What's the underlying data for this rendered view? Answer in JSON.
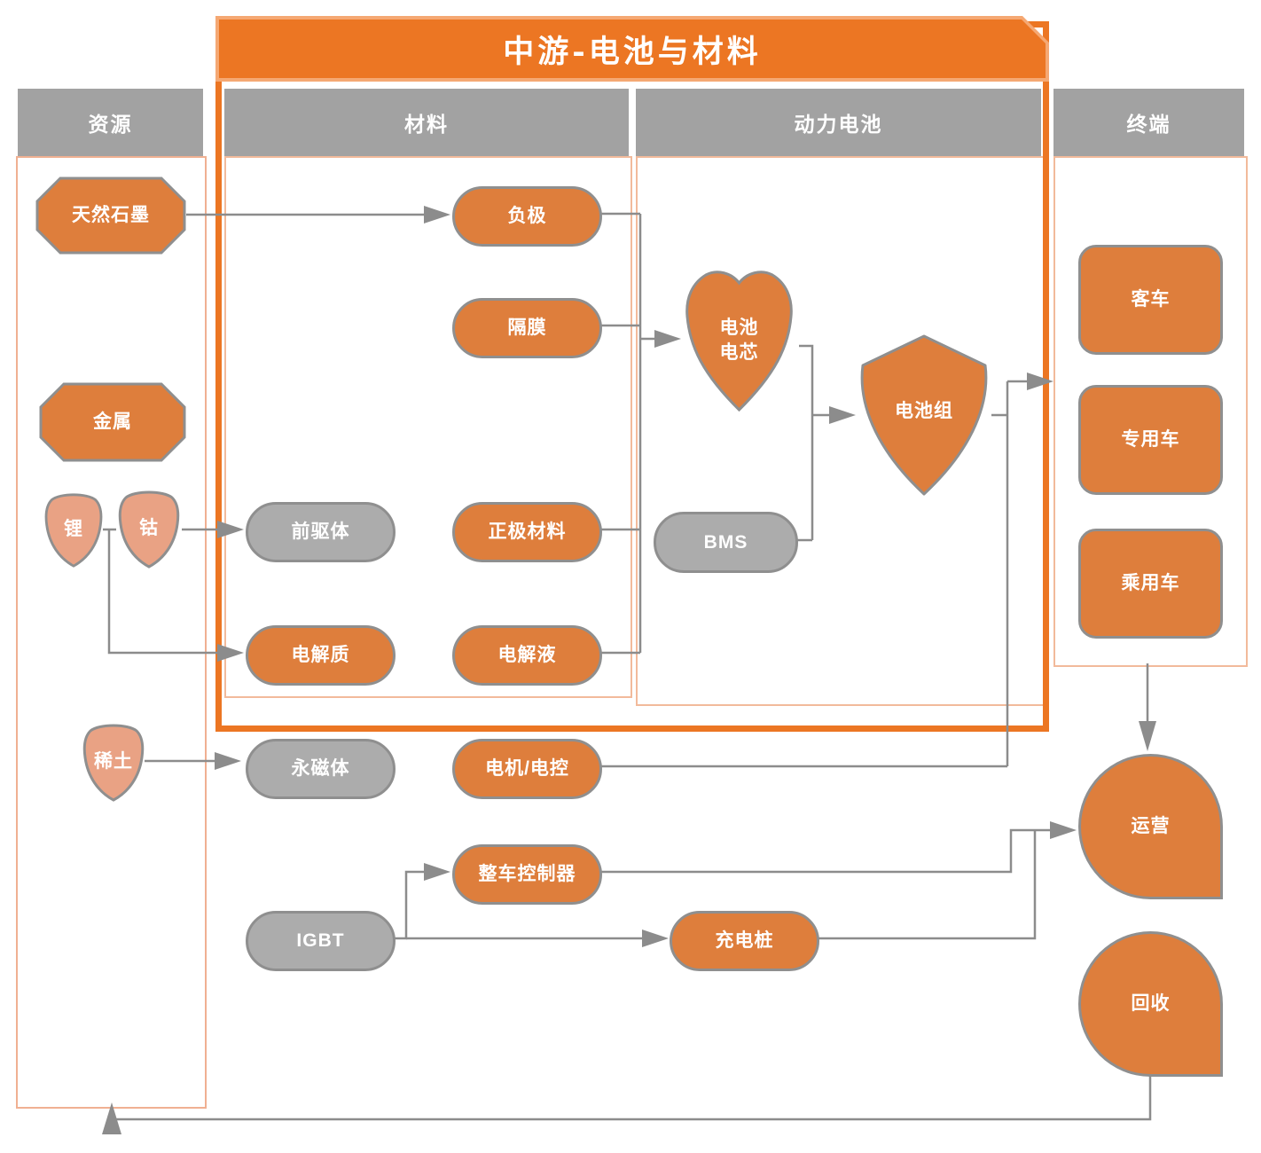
{
  "banner": {
    "title": "中游-电池与材料"
  },
  "columns": {
    "resources": "资源",
    "materials": "材料",
    "power_battery": "动力电池",
    "terminal": "终端"
  },
  "nodes": {
    "natural_graphite": "天然石墨",
    "metal": "金属",
    "lithium": "锂",
    "cobalt": "钴",
    "rare_earth": "稀土",
    "anode": "负极",
    "separator": "隔膜",
    "precursor": "前驱体",
    "cathode_material": "正极材料",
    "electrolyte": "电解质",
    "electrolyte_solution": "电解液",
    "permanent_magnet": "永磁体",
    "motor_control": "电机/电控",
    "vehicle_controller": "整车控制器",
    "igbt": "IGBT",
    "charging_pile": "充电桩",
    "battery_cell_line1": "电池",
    "battery_cell_line2": "电芯",
    "bms": "BMS",
    "battery_pack": "电池组",
    "bus": "客车",
    "special_vehicle": "专用车",
    "passenger_car": "乘用车",
    "operation": "运营",
    "recycling": "回收"
  },
  "edges": [
    {
      "from": "natural_graphite",
      "to": "anode"
    },
    {
      "from": "lithium",
      "to": "cobalt"
    },
    {
      "from": "cobalt",
      "to": "precursor"
    },
    {
      "from": "lithium_cobalt",
      "to": "electrolyte"
    },
    {
      "from": "precursor",
      "to": "cathode_material"
    },
    {
      "from": "electrolyte",
      "to": "electrolyte_solution"
    },
    {
      "from": "anode+separator+cathode_material+electrolyte_solution",
      "to": "battery_cell"
    },
    {
      "from": "battery_cell+bms",
      "to": "battery_pack"
    },
    {
      "from": "battery_pack+motor_control",
      "to": "terminal_column"
    },
    {
      "from": "rare_earth",
      "to": "permanent_magnet"
    },
    {
      "from": "permanent_magnet",
      "to": "motor_control"
    },
    {
      "from": "igbt",
      "to": "vehicle_controller"
    },
    {
      "from": "igbt",
      "to": "charging_pile"
    },
    {
      "from": "vehicle_controller+charging_pile",
      "to": "operation"
    },
    {
      "from": "terminal_column",
      "to": "operation"
    },
    {
      "from": "recycling",
      "to": "resources_column"
    }
  ],
  "colors": {
    "accent_orange": "#EC7623",
    "accent_orange_light": "#F5A873",
    "node_orange": "#DE7E3C",
    "node_salmon": "#E9A284",
    "node_gray": "#ACACAC",
    "header_gray": "#A2A2A2",
    "connector_gray": "#8C8C8C",
    "column_border": "#F2BA9B",
    "node_border": "#8F8F8F"
  }
}
